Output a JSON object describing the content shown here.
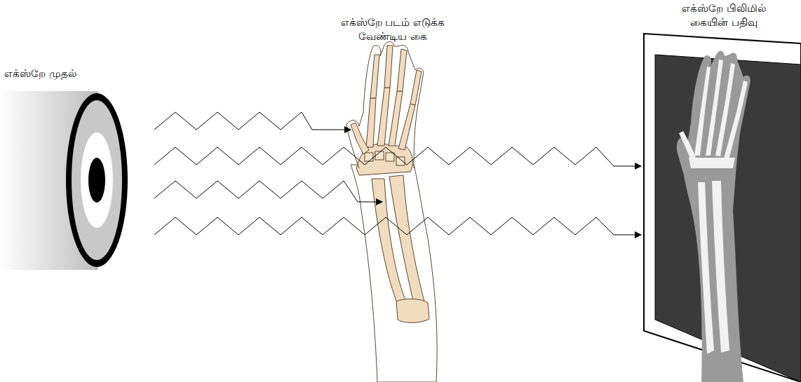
{
  "diagram": {
    "labels": [
      "எக்ஸ்றே முதல்",
      "எக்ஸ்றே படம் எடுக்க வேண்டிய கை",
      "எக்ஸ்றே பிலிமில் கையின் பதிவு"
    ]
  }
}
